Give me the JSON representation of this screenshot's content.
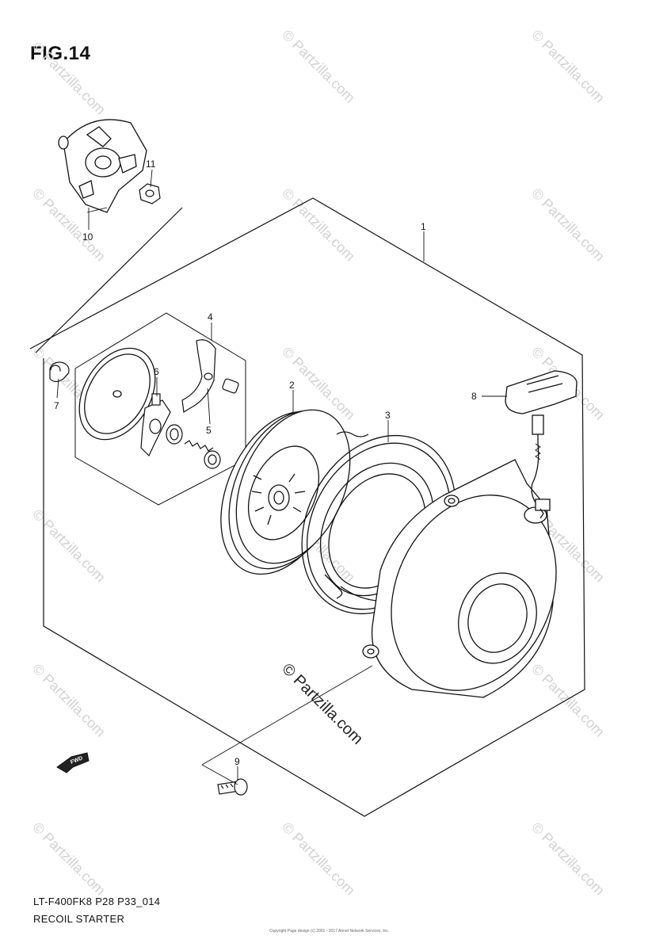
{
  "figure": {
    "title": "FIG.14",
    "model_code": "LT-F400FK8 P28 P33_014",
    "name": "RECOIL STARTER"
  },
  "watermark": {
    "text": "© Partzilla.com",
    "center_text": "© Partzilla.com"
  },
  "copyright": "Copyright Page design (c) 2001 - 2017 Arinet Network Services, Inc.",
  "fwd_label": "FWD",
  "callouts": [
    "1",
    "2",
    "3",
    "4",
    "5",
    "6",
    "7",
    "8",
    "9",
    "10",
    "11"
  ]
}
